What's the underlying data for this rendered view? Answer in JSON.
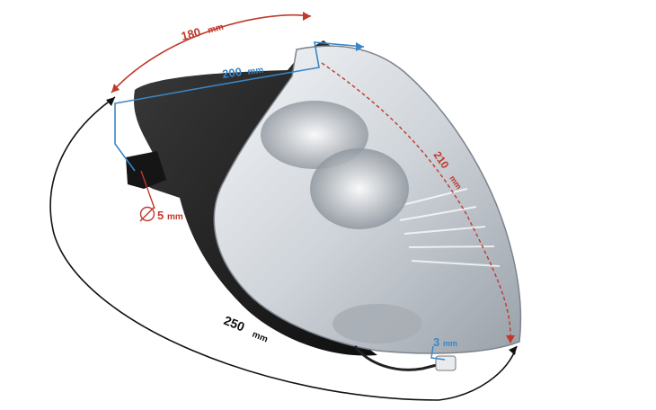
{
  "dimensions": {
    "d180": {
      "value": "180",
      "unit": "mm",
      "color": "#c0392b"
    },
    "d200": {
      "value": "200",
      "unit": "mm",
      "color": "#3a86c8"
    },
    "d210": {
      "value": "210",
      "unit": "mm",
      "color": "#c0392b"
    },
    "d250": {
      "value": "250",
      "unit": "mm",
      "color": "#111111"
    },
    "d5": {
      "value": "5",
      "unit": "mm",
      "color": "#c0392b",
      "symbol": "diameter"
    },
    "d3": {
      "value": "3",
      "unit": "mm",
      "color": "#3a86c8"
    }
  },
  "colors": {
    "housing": "#1e1e1e",
    "lens": "#d9dde2",
    "background": "#ffffff"
  },
  "icons": [
    "diameter-icon",
    "headlight-image"
  ]
}
